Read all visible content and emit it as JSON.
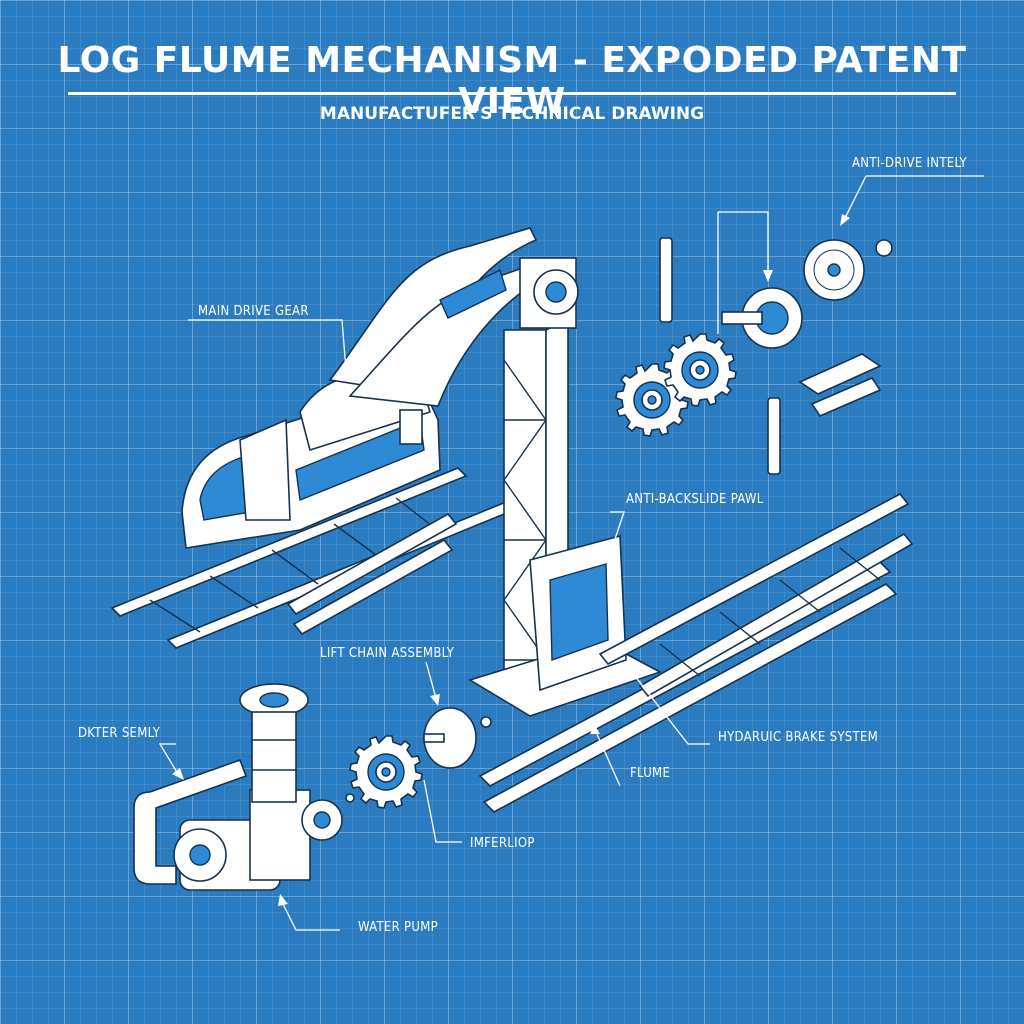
{
  "title": "LOG FLUME MECHANISM - EXPODED PATENT VIEW",
  "subtitle": "MANUFACTUFER'S TECHNICAL DRAWING",
  "labels": {
    "anti_drive": "ANTI-DRIVE INTELY",
    "main_drive_gear": "MAIN DRIVE GEAR",
    "anti_backslide_pawl": "ANTI-BACKSLIDE PAWL",
    "lift_chain_assembly": "LIFT CHAIN ASSEMBLY",
    "dkter_semly": "DKTER SEMLY",
    "hydraulic_brake": "HYDARUIC BRAKE SYSTEM",
    "flume": "FLUME",
    "imperloop": "IMFERLIOP",
    "water_pump": "WATER PUMP"
  },
  "colors": {
    "background": "#2a7bbf",
    "grid": "#ffffff",
    "ink": "#16324f",
    "part_fill": "#ffffff",
    "part_accent": "#2f8ad6"
  }
}
